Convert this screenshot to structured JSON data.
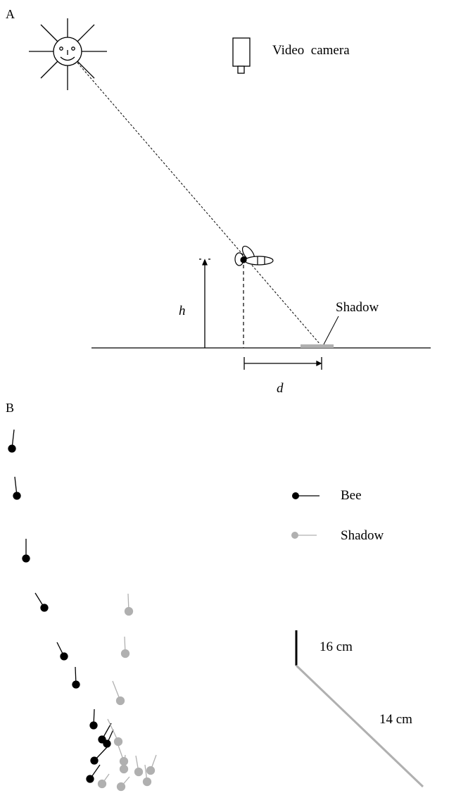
{
  "panel_a": {
    "label": "A",
    "camera_label": "Video  camera",
    "height_label": "h",
    "distance_label": "d",
    "shadow_label": "Shadow"
  },
  "panel_b": {
    "label": "B",
    "legend": [
      {
        "label": "Bee",
        "color": "#000000"
      },
      {
        "label": "Shadow",
        "color": "#b0b0b0"
      }
    ],
    "scale_bars": [
      {
        "label": "16 cm",
        "color": "#000000"
      },
      {
        "label": "14 cm",
        "color": "#b0b0b0"
      }
    ]
  },
  "colors": {
    "bee": "#000000",
    "shadow": "#b0b0b0",
    "line": "#000000"
  }
}
